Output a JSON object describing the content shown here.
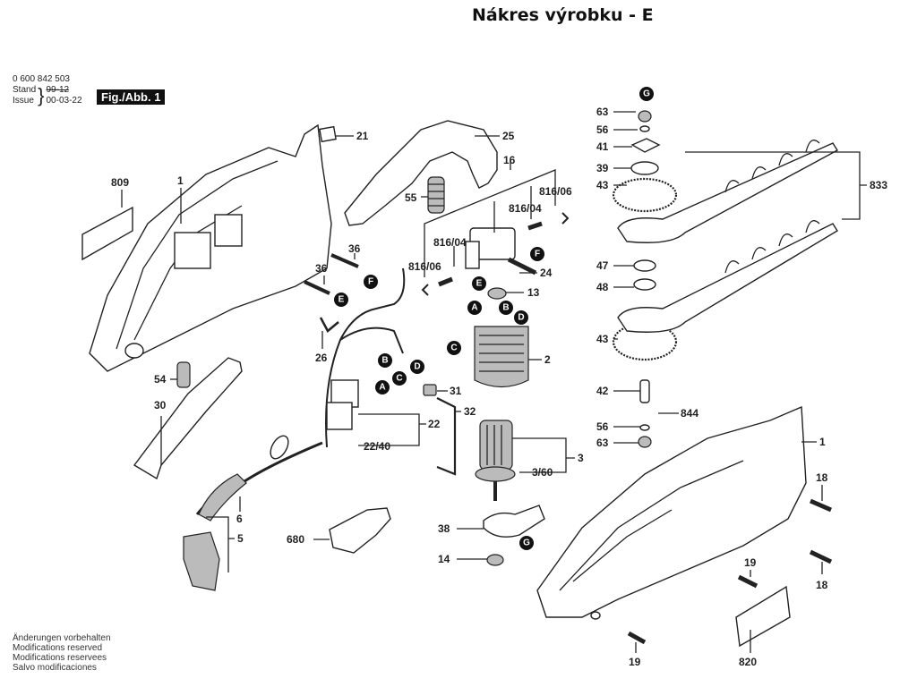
{
  "header": {
    "title": "Nákres výrobku - E",
    "part_number": "0 600 842 503",
    "stand_label": "Stand",
    "issue_label": "Issue",
    "stand_date_struck": "99-12",
    "issue_date": "00-03-22",
    "figure_label": "Fig./Abb. 1"
  },
  "footer": {
    "lines": [
      "Änderungen vorbehalten",
      "Modifications reserved",
      "Modifications reservees",
      "Salvo modificaciones"
    ]
  },
  "callouts": [
    {
      "id": "c809",
      "text": "809"
    },
    {
      "id": "c1a",
      "text": "1"
    },
    {
      "id": "c21",
      "text": "21"
    },
    {
      "id": "c25",
      "text": "25"
    },
    {
      "id": "c16",
      "text": "16"
    },
    {
      "id": "c55",
      "text": "55"
    },
    {
      "id": "c816-06a",
      "text": "816/06"
    },
    {
      "id": "c816-04a",
      "text": "816/04"
    },
    {
      "id": "c816-04b",
      "text": "816/04"
    },
    {
      "id": "c816-06b",
      "text": "816/06"
    },
    {
      "id": "c36a",
      "text": "36"
    },
    {
      "id": "c36b",
      "text": "36"
    },
    {
      "id": "c24",
      "text": "24"
    },
    {
      "id": "c13",
      "text": "13"
    },
    {
      "id": "c26",
      "text": "26"
    },
    {
      "id": "c2",
      "text": "2"
    },
    {
      "id": "c54",
      "text": "54"
    },
    {
      "id": "c31",
      "text": "31"
    },
    {
      "id": "c30",
      "text": "30"
    },
    {
      "id": "c32",
      "text": "32"
    },
    {
      "id": "c22",
      "text": "22"
    },
    {
      "id": "c22-40",
      "text": "22/40"
    },
    {
      "id": "c3",
      "text": "3"
    },
    {
      "id": "c3-60",
      "text": "3/60"
    },
    {
      "id": "c6",
      "text": "6"
    },
    {
      "id": "c5",
      "text": "5"
    },
    {
      "id": "c680",
      "text": "680"
    },
    {
      "id": "c38",
      "text": "38"
    },
    {
      "id": "c14",
      "text": "14"
    },
    {
      "id": "c63a",
      "text": "63"
    },
    {
      "id": "c56a",
      "text": "56"
    },
    {
      "id": "c41",
      "text": "41"
    },
    {
      "id": "c39",
      "text": "39"
    },
    {
      "id": "c43a",
      "text": "43"
    },
    {
      "id": "c833",
      "text": "833"
    },
    {
      "id": "c47",
      "text": "47"
    },
    {
      "id": "c48",
      "text": "48"
    },
    {
      "id": "c43b",
      "text": "43"
    },
    {
      "id": "c42",
      "text": "42"
    },
    {
      "id": "c844",
      "text": "844"
    },
    {
      "id": "c56b",
      "text": "56"
    },
    {
      "id": "c63b",
      "text": "63"
    },
    {
      "id": "c1b",
      "text": "1"
    },
    {
      "id": "c18a",
      "text": "18"
    },
    {
      "id": "c18b",
      "text": "18"
    },
    {
      "id": "c19a",
      "text": "19"
    },
    {
      "id": "c19b",
      "text": "19"
    },
    {
      "id": "c820",
      "text": "820"
    }
  ],
  "connectors": {
    "A": "A",
    "B": "B",
    "C": "C",
    "D": "D",
    "E": "E",
    "F": "F",
    "G": "G"
  }
}
